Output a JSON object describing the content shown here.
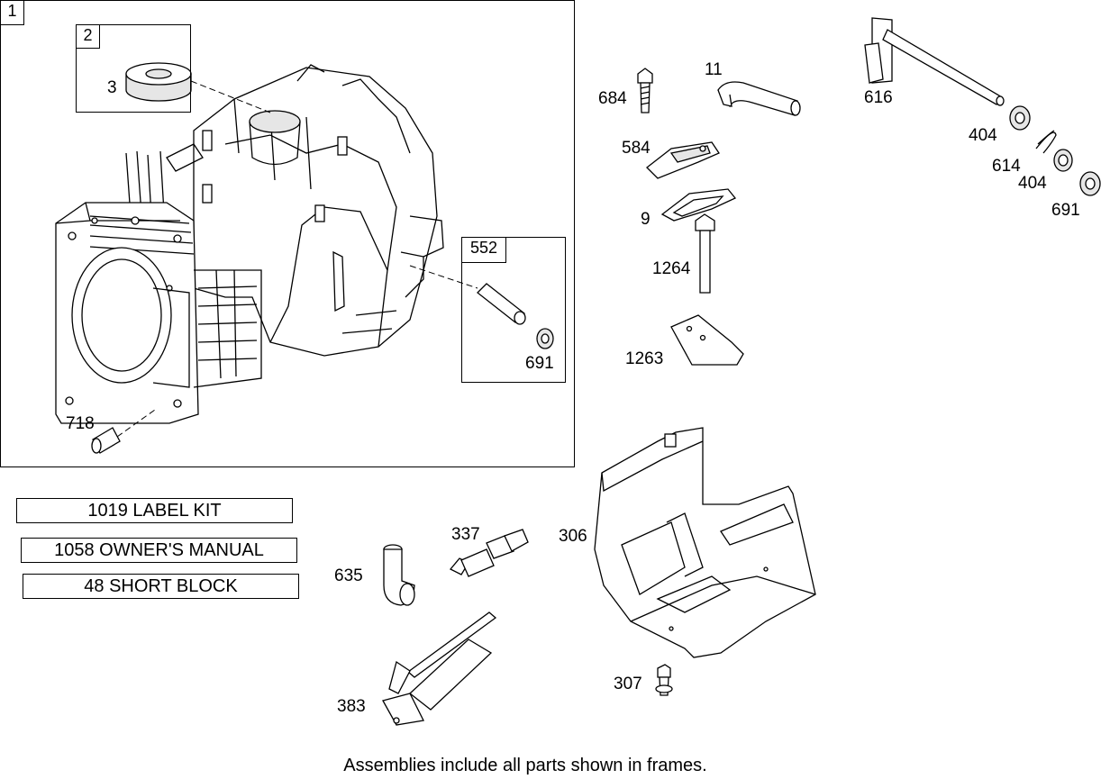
{
  "frames": {
    "assembly_1": "1",
    "assembly_2": "2",
    "assembly_552": "552"
  },
  "callouts": {
    "p3": "3",
    "p691a": "691",
    "p718": "718",
    "p684": "684",
    "p11": "11",
    "p584": "584",
    "p9": "9",
    "p1264": "1264",
    "p1263": "1263",
    "p616": "616",
    "p404a": "404",
    "p614": "614",
    "p404b": "404",
    "p691b": "691",
    "p337": "337",
    "p306": "306",
    "p635": "635",
    "p383": "383",
    "p307": "307"
  },
  "kits": {
    "label_kit": "1019 LABEL KIT",
    "owners_manual": "1058 OWNER'S MANUAL",
    "short_block": "48 SHORT BLOCK"
  },
  "caption": "Assemblies include all parts shown in frames."
}
